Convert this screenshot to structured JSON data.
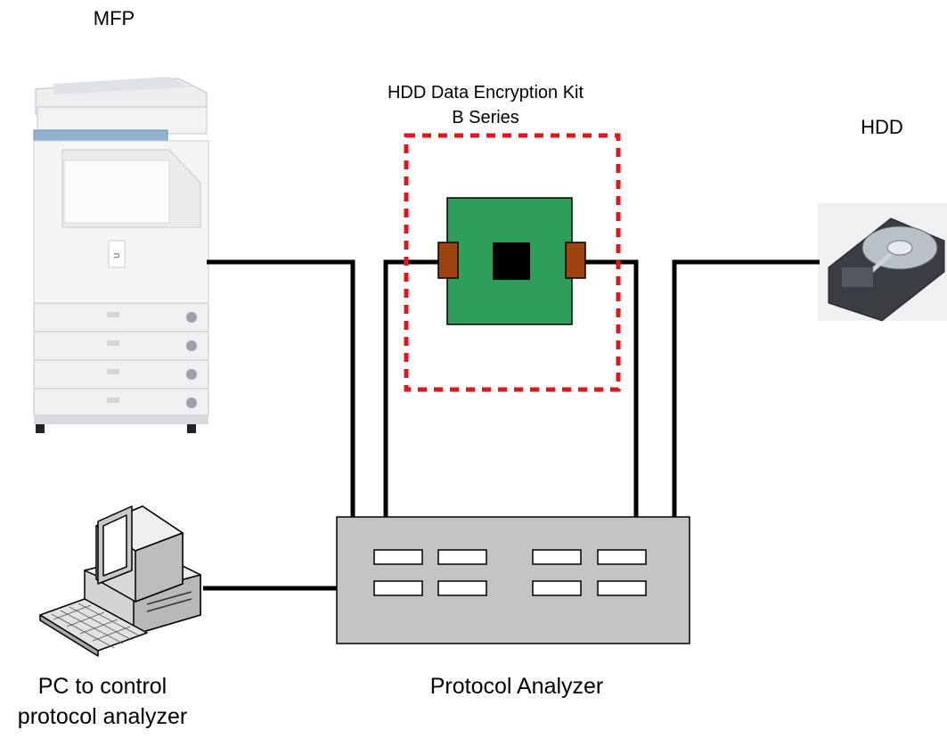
{
  "labels": {
    "mfp": "MFP",
    "kit_line1": "HDD Data Encryption Kit",
    "kit_line2": "B Series",
    "hdd": "HDD",
    "pc_line1": "PC to control",
    "pc_line2": "protocol analyzer",
    "protocol_analyzer": "Protocol Analyzer"
  },
  "colors": {
    "board": "#2e9e5b",
    "chip": "#000000",
    "connector": "#a0420f",
    "dashed_border": "#e3161b",
    "analyzer_body": "#c4c4c4",
    "cable": "#000000"
  },
  "icons": {
    "mfp": "printer-copier-icon",
    "hdd": "hard-disk-icon",
    "pc": "desktop-computer-icon"
  }
}
